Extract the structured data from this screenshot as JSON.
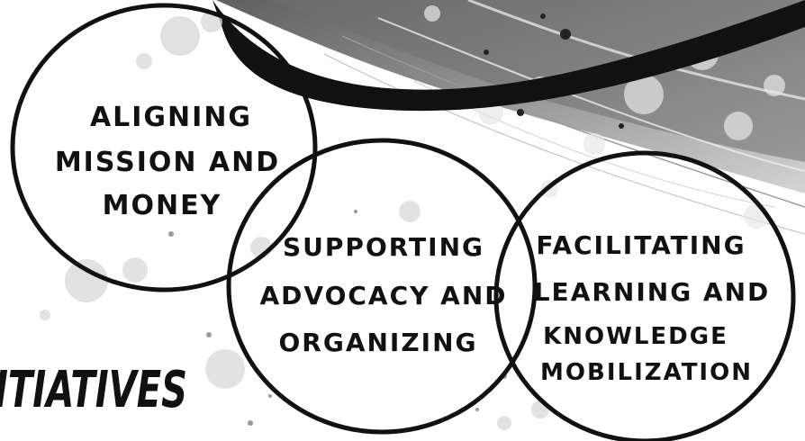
{
  "circles": [
    {
      "id": "mission",
      "lines": [
        "ALIGNING",
        "MISSION AND",
        "MONEY"
      ]
    },
    {
      "id": "advocacy",
      "lines": [
        "SUPPORTING",
        "ADVOCACY AND",
        "ORGANIZING"
      ]
    },
    {
      "id": "learning",
      "lines": [
        "FACILITATING",
        "LEARNING AND",
        "KNOWLEDGE",
        "MOBILIZATION"
      ]
    }
  ],
  "heading": {
    "partial_text": "ITIATIVES"
  },
  "colors": {
    "ink": "#111111",
    "swirl_dark": "#5a5a5a",
    "swirl_mid": "#8c8c8c",
    "swirl_light": "#c4c4c4",
    "bubble": "#d8d8d8",
    "background": "#ffffff"
  }
}
